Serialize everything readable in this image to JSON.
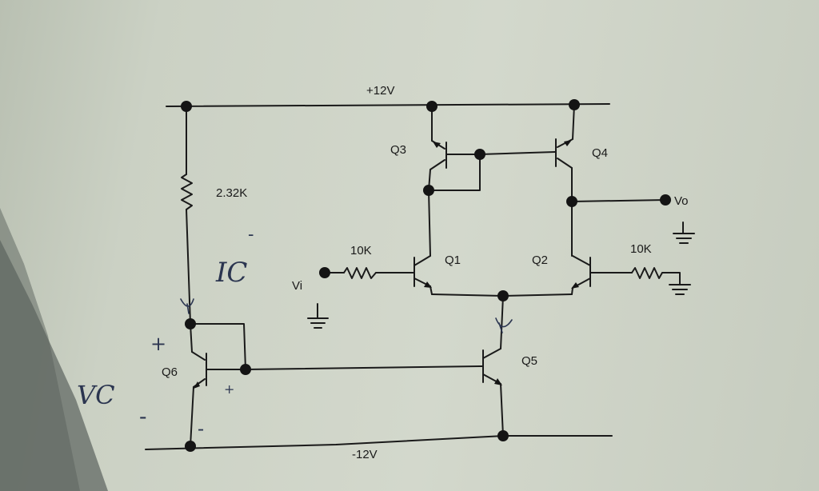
{
  "rails": {
    "positive": "+12V",
    "negative": "-12V"
  },
  "resistors": {
    "bias": "2.32K",
    "input": "10K",
    "q2_base": "10K"
  },
  "transistors": {
    "q1": "Q1",
    "q2": "Q2",
    "q3": "Q3",
    "q4": "Q4",
    "q5": "Q5",
    "q6": "Q6"
  },
  "terminals": {
    "input": "Vi",
    "output": "Vo"
  },
  "annotations": {
    "current": "IC",
    "current_bar": "-",
    "voltage": "VC",
    "plus": "+",
    "minus": "-"
  }
}
